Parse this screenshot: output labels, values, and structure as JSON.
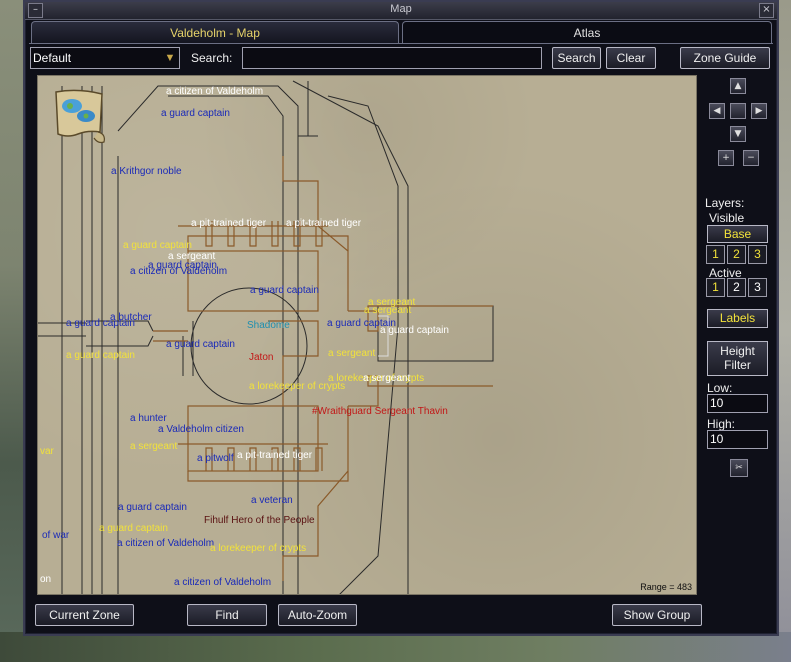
{
  "window": {
    "title": "Map"
  },
  "tabs": [
    {
      "label": "Valdeholm - Map",
      "active": true
    },
    {
      "label": "Atlas",
      "active": false
    }
  ],
  "toolbar": {
    "filter_value": "Default",
    "search_label": "Search:",
    "search_value": "",
    "search_button": "Search",
    "clear_button": "Clear",
    "zone_guide_button": "Zone Guide"
  },
  "map": {
    "range_text": "Range = 483",
    "labels": {
      "citizen1": "a citizen of Valdeholm",
      "guard1": "a guard captain",
      "noble": "a Krithgor noble",
      "tiger1": "a pit-trained tiger",
      "tiger2": "a pit-trained tiger",
      "guard2": "a guard captain",
      "sergeant1": "a sergeant",
      "guard3": "a guard captain",
      "citizen2": "a citizen of Valdeholm",
      "guard4": "a guard captain",
      "butcher": "a butcher",
      "guard5": "a guard captain",
      "guard6": "a guard captain",
      "guard7": "a guard captain",
      "shadome": "Shadome",
      "jaton": "Jaton",
      "guard8": "a guard captain",
      "sergeant2": "a sergeant",
      "sergeant3": "a sergeant",
      "guard9": "a guard captain",
      "sergeant4": "a sergeant",
      "lorekeeper1": "a lorekeeper of crypts",
      "lorekeeper2": "a lorekeeper of crypts",
      "sergeant5": "a sergeant",
      "thavin": "#Wraithguard Sergeant Thavin",
      "hunter": "a hunter",
      "vcitizen": "a Valdeholm citizen",
      "sergeant6": "a sergeant",
      "pitwolf": "a pitwolf",
      "tiger3": "a pit-trained tiger",
      "veteran": "a veteran",
      "guard10": "a guard captain",
      "fihulf": "Fihulf Hero of the People",
      "guard11": "a guard captain",
      "citizen3": "a citizen of Valdeholm",
      "lorekeeper3": "a lorekeeper of crypts",
      "citizen4": "a citizen of Valdeholm",
      "edge1": "var",
      "edge2": "of war",
      "edge3": "on"
    }
  },
  "panel": {
    "layers_label": "Layers:",
    "visible_label": "Visible",
    "base_button": "Base",
    "visible_layers": [
      "1",
      "2",
      "3"
    ],
    "active_label": "Active",
    "active_layers": [
      "1",
      "2",
      "3"
    ],
    "labels_button": "Labels",
    "height_filter_button": "Height Filter",
    "low_label": "Low:",
    "low_value": "10",
    "high_label": "High:",
    "high_value": "10"
  },
  "bottom": {
    "current_zone": "Current Zone",
    "find": "Find",
    "auto_zoom": "Auto-Zoom",
    "show_group": "Show Group"
  },
  "colors": {
    "npc": "#1a2ab8",
    "con_white": "#ffffff",
    "con_yellow": "#f2e23a",
    "con_red": "#c21616",
    "wall": "#8a5a2a",
    "map_bg": "#b7ae94"
  }
}
